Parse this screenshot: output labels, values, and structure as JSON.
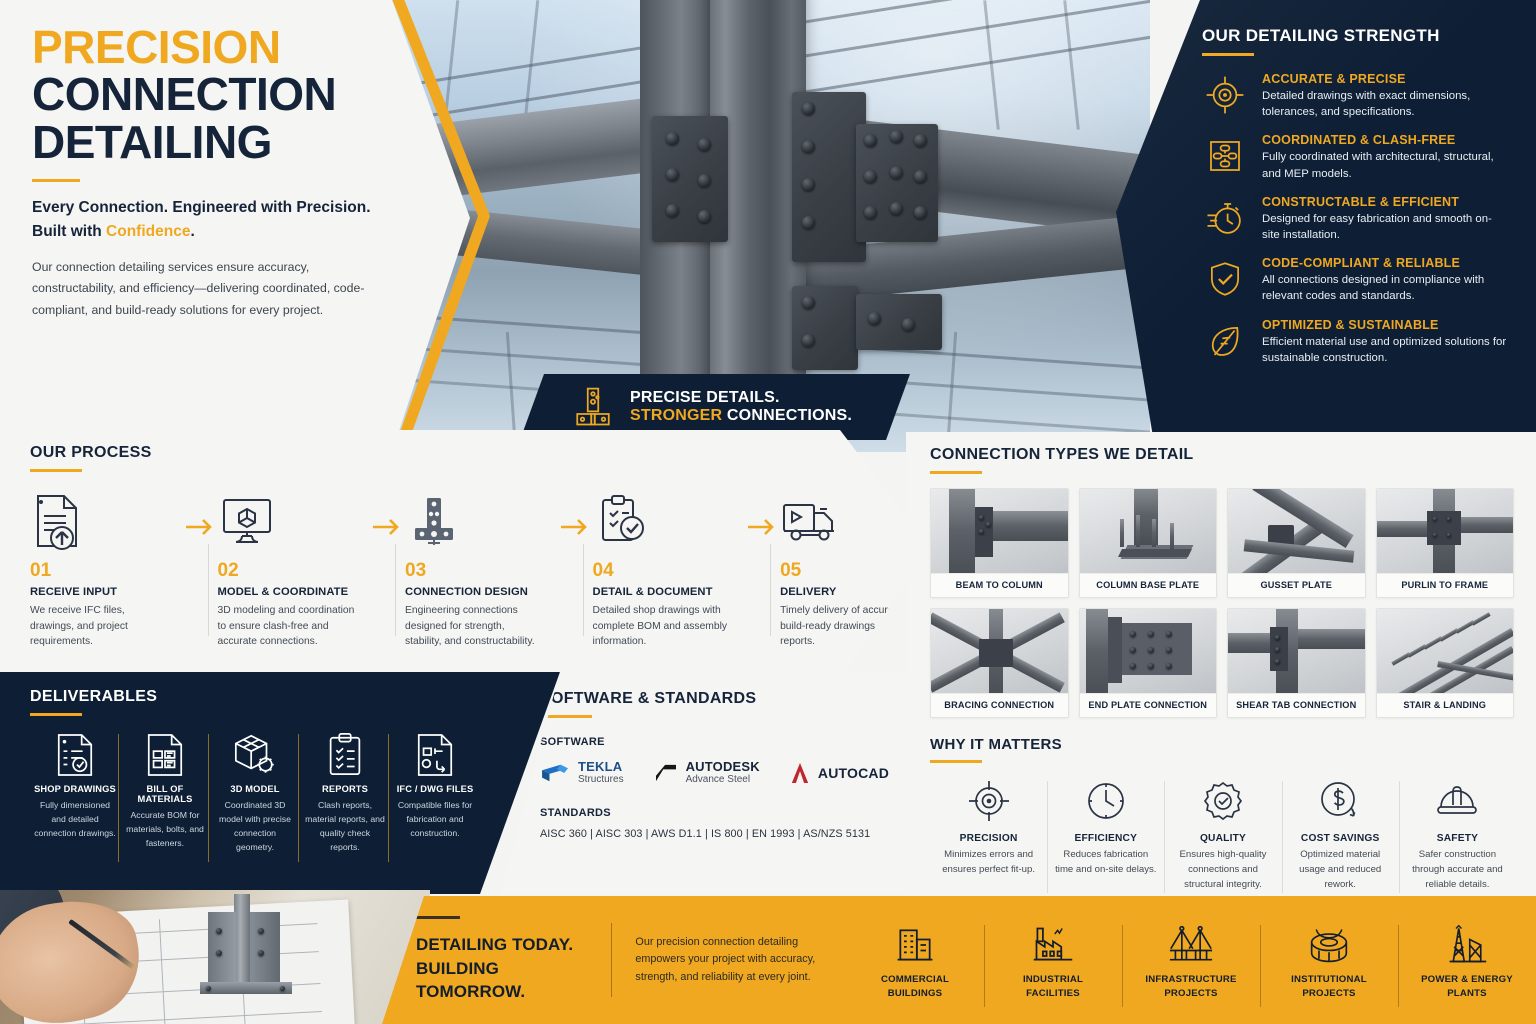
{
  "brand": {
    "gold": "#efa820",
    "navy": "#0e1f35",
    "light": "#f5f5f3"
  },
  "hero": {
    "title_line1": "PRECISION",
    "title_line2": "CONNECTION",
    "title_line3": "DETAILING",
    "subtitle_a": "Every Connection. Engineered with Precision.",
    "subtitle_b_pre": "Built with ",
    "subtitle_b_accent": "Confidence",
    "subtitle_b_post": ".",
    "body": "Our connection detailing services ensure accuracy, constructability, and efficiency—delivering coordinated, code-compliant, and build-ready solutions for every project."
  },
  "banner": {
    "icon": "connection-plate-icon",
    "line1": "PRECISE DETAILS.",
    "line2_accent": "STRONGER",
    "line2_rest": " CONNECTIONS."
  },
  "strengths": {
    "title": "OUR DETAILING STRENGTH",
    "items": [
      {
        "icon": "target-icon",
        "heading": "ACCURATE & PRECISE",
        "text": "Detailed drawings with exact dimensions, tolerances, and specifications."
      },
      {
        "icon": "puzzle-grid-icon",
        "heading": "COORDINATED & CLASH-FREE",
        "text": "Fully coordinated with architectural, structural, and MEP models."
      },
      {
        "icon": "stopwatch-icon",
        "heading": "CONSTRUCTABLE & EFFICIENT",
        "text": "Designed for easy fabrication and smooth on-site installation."
      },
      {
        "icon": "shield-check-icon",
        "heading": "CODE-COMPLIANT & RELIABLE",
        "text": "All connections designed in compliance with relevant codes and standards."
      },
      {
        "icon": "leaf-icon",
        "heading": "OPTIMIZED & SUSTAINABLE",
        "text": "Efficient material use and optimized solutions for sustainable construction."
      }
    ]
  },
  "process": {
    "title": "OUR PROCESS",
    "steps": [
      {
        "icon": "document-upload-icon",
        "num": "01",
        "heading": "RECEIVE INPUT",
        "text": "We receive IFC files, drawings, and project requirements."
      },
      {
        "icon": "monitor-3d-icon",
        "num": "02",
        "heading": "MODEL & COORDINATE",
        "text": "3D modeling and coordination to ensure clash-free and accurate connections."
      },
      {
        "icon": "steel-connection-icon",
        "num": "03",
        "heading": "CONNECTION DESIGN",
        "text": "Engineering connections designed for strength, stability, and constructability."
      },
      {
        "icon": "clipboard-check-icon",
        "num": "04",
        "heading": "DETAIL & DOCUMENT",
        "text": "Detailed shop drawings with complete BOM and assembly information."
      },
      {
        "icon": "delivery-truck-icon",
        "num": "05",
        "heading": "DELIVERY",
        "text": "Timely delivery of accurate, build-ready drawings and reports."
      }
    ]
  },
  "connection_types": {
    "title": "CONNECTION TYPES WE DETAIL",
    "items": [
      {
        "label": "BEAM TO COLUMN"
      },
      {
        "label": "COLUMN BASE PLATE"
      },
      {
        "label": "GUSSET PLATE"
      },
      {
        "label": "PURLIN TO FRAME"
      },
      {
        "label": "BRACING CONNECTION"
      },
      {
        "label": "END PLATE CONNECTION"
      },
      {
        "label": "SHEAR TAB CONNECTION"
      },
      {
        "label": "STAIR & LANDING"
      }
    ]
  },
  "why_it_matters": {
    "title": "WHY IT MATTERS",
    "items": [
      {
        "icon": "target-icon",
        "heading": "PRECISION",
        "text": "Minimizes errors and ensures perfect fit-up."
      },
      {
        "icon": "clock-icon",
        "heading": "EFFICIENCY",
        "text": "Reduces fabrication time and on-site delays."
      },
      {
        "icon": "gear-check-icon",
        "heading": "QUALITY",
        "text": "Ensures high-quality connections and structural integrity."
      },
      {
        "icon": "dollar-circle-icon",
        "heading": "COST SAVINGS",
        "text": "Optimized material usage and reduced rework."
      },
      {
        "icon": "hard-hat-icon",
        "heading": "SAFETY",
        "text": "Safer construction through accurate and reliable details."
      }
    ]
  },
  "deliverables": {
    "title": "DELIVERABLES",
    "items": [
      {
        "icon": "shop-drawing-icon",
        "heading": "SHOP DRAWINGS",
        "text": "Fully dimensioned and detailed connection drawings."
      },
      {
        "icon": "bom-table-icon",
        "heading": "BILL OF MATERIALS",
        "text": "Accurate BOM for materials, bolts, and fasteners."
      },
      {
        "icon": "cube-gear-icon",
        "heading": "3D MODEL",
        "text": "Coordinated 3D model with precise connection geometry."
      },
      {
        "icon": "clipboard-list-icon",
        "heading": "REPORTS",
        "text": "Clash reports, material reports, and quality check reports."
      },
      {
        "icon": "file-exchange-icon",
        "heading": "IFC / DWG FILES",
        "text": "Compatible files for fabrication and construction."
      }
    ]
  },
  "software_standards": {
    "title": "SOFTWARE & STANDARDS",
    "software_label": "SOFTWARE",
    "software": [
      {
        "icon": "tekla-logo-icon",
        "name": "TEKLA",
        "sub": "Structures"
      },
      {
        "icon": "autodesk-logo-icon",
        "name": "AUTODESK",
        "sub": "Advance Steel"
      },
      {
        "icon": "autocad-logo-icon",
        "name": "AUTOCAD",
        "sub": ""
      }
    ],
    "standards_label": "STANDARDS",
    "standards_line": "AISC 360  |  AISC 303  |  AWS D1.1  |  IS 800  |  EN 1993  |  AS/NZS 5131"
  },
  "footer": {
    "headline_line1": "DETAILING TODAY.",
    "headline_line2": "BUILDING TOMORROW.",
    "blurb": "Our precision connection detailing empowers your project with accuracy, strength, and reliability at every joint.",
    "sectors": [
      {
        "icon": "office-building-icon",
        "label": "COMMERCIAL\nBUILDINGS",
        "l1": "COMMERCIAL",
        "l2": "BUILDINGS"
      },
      {
        "icon": "factory-icon",
        "label": "INDUSTRIAL FACILITIES",
        "l1": "INDUSTRIAL",
        "l2": "FACILITIES"
      },
      {
        "icon": "bridge-icon",
        "label": "INFRASTRUCTURE PROJECTS",
        "l1": "INFRASTRUCTURE",
        "l2": "PROJECTS"
      },
      {
        "icon": "stadium-icon",
        "label": "INSTITUTIONAL PROJECTS",
        "l1": "INSTITUTIONAL",
        "l2": "PROJECTS"
      },
      {
        "icon": "power-plant-icon",
        "label": "POWER & ENERGY PLANTS",
        "l1": "POWER & ENERGY",
        "l2": "PLANTS"
      }
    ]
  }
}
